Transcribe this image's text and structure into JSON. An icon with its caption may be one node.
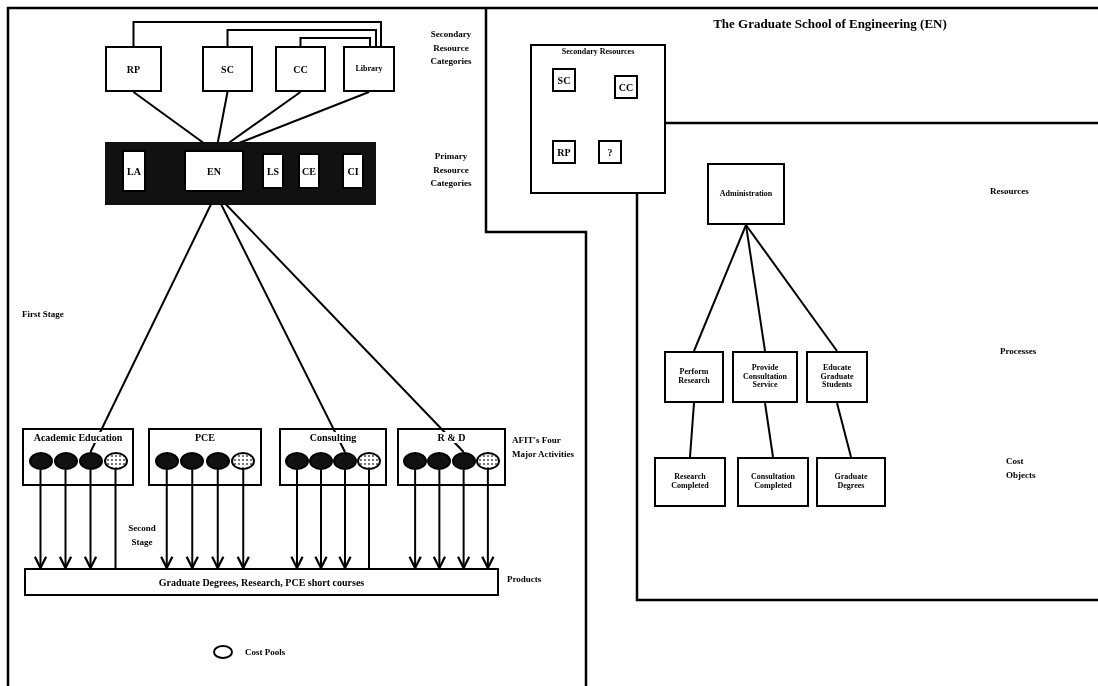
{
  "diagram": {
    "title": "The Graduate School of Engineering (EN)",
    "nodes": [
      {
        "text": [
          "RP"
        ]
      },
      {
        "text": [
          "SC"
        ]
      },
      {
        "text": [
          "CC"
        ]
      },
      {
        "text": [
          "Library"
        ]
      },
      {
        "text": [],
        "shape": "bar"
      },
      {
        "text": [
          "LA"
        ],
        "in": 4
      },
      {
        "text": [
          "EN"
        ],
        "in": 4
      },
      {
        "text": [
          "LS"
        ],
        "in": 4
      },
      {
        "text": [
          "CE"
        ],
        "in": 4
      },
      {
        "text": [
          "CI"
        ],
        "in": 4
      },
      {
        "text": [
          "Academic Education"
        ]
      },
      {
        "text": [],
        "shape": "circle",
        "in": 10
      },
      {
        "text": [],
        "shape": "circle",
        "in": 10
      },
      {
        "text": [],
        "shape": "circle",
        "in": 10
      },
      {
        "text": [],
        "shape": "circle",
        "in": 10
      },
      {
        "text": [
          "PCE"
        ]
      },
      {
        "text": [],
        "shape": "circle",
        "in": 15
      },
      {
        "text": [],
        "shape": "circle",
        "in": 15
      },
      {
        "text": [],
        "shape": "circle",
        "in": 15
      },
      {
        "text": [],
        "shape": "circle",
        "in": 15
      },
      {
        "text": [
          "Consulting"
        ]
      },
      {
        "text": [],
        "shape": "circle",
        "in": 20
      },
      {
        "text": [],
        "shape": "circle",
        "in": 20
      },
      {
        "text": [],
        "shape": "circle",
        "in": 20
      },
      {
        "text": [],
        "shape": "circle",
        "in": 20
      },
      {
        "text": [
          "R & D"
        ]
      },
      {
        "text": [],
        "shape": "circle",
        "in": 25
      },
      {
        "text": [],
        "shape": "circle",
        "in": 25
      },
      {
        "text": [],
        "shape": "circle",
        "in": 25
      },
      {
        "text": [],
        "shape": "circle",
        "in": 25
      },
      {
        "text": [
          "Graduate Degrees, Research, PCE short courses"
        ],
        "beside": [
          "Products"
        ]
      },
      {
        "text": [
          "Secondary Resources"
        ]
      },
      {
        "text": [
          "SC"
        ],
        "in": 31
      },
      {
        "text": [
          "CC"
        ],
        "in": 31
      },
      {
        "text": [
          "RP"
        ],
        "in": 31
      },
      {
        "text": [
          "?"
        ],
        "in": 31
      },
      {
        "text": [
          "Administration"
        ]
      },
      {
        "text": [
          "Perform Research"
        ]
      },
      {
        "text": [
          "Provide Consultation Service"
        ]
      },
      {
        "text": [
          "Educate Graduate Students"
        ]
      },
      {
        "text": [
          "Research Completed"
        ]
      },
      {
        "text": [
          "Consultation Completed"
        ]
      },
      {
        "text": [
          "Graduate Degrees"
        ]
      }
    ],
    "edges": [
      {
        "from": 0,
        "to": 3,
        "arrow": "none"
      },
      {
        "from": 1,
        "to": 3,
        "arrow": "none"
      },
      {
        "from": 2,
        "to": 3,
        "arrow": "none"
      },
      {
        "from": 0,
        "to": 6,
        "arrow": "none"
      },
      {
        "from": 1,
        "to": 6,
        "arrow": "none"
      },
      {
        "from": 2,
        "to": 6,
        "arrow": "none"
      },
      {
        "from": 3,
        "to": 6,
        "arrow": "none"
      },
      {
        "from": 6,
        "to": 13,
        "arrow": "none"
      },
      {
        "from": 6,
        "to": 23,
        "arrow": "none"
      },
      {
        "from": 6,
        "to": 28,
        "arrow": "none"
      },
      {
        "from": 11,
        "to": 30,
        "arrow": "to"
      },
      {
        "from": 12,
        "to": 30,
        "arrow": "to"
      },
      {
        "from": 13,
        "to": 30,
        "arrow": "to"
      },
      {
        "from": 14,
        "to": 30,
        "arrow": "none"
      },
      {
        "from": 16,
        "to": 30,
        "arrow": "to"
      },
      {
        "from": 17,
        "to": 30,
        "arrow": "to"
      },
      {
        "from": 18,
        "to": 30,
        "arrow": "to"
      },
      {
        "from": 19,
        "to": 30,
        "arrow": "to"
      },
      {
        "from": 21,
        "to": 30,
        "arrow": "to"
      },
      {
        "from": 22,
        "to": 30,
        "arrow": "to"
      },
      {
        "from": 23,
        "to": 30,
        "arrow": "to"
      },
      {
        "from": 24,
        "to": 30,
        "arrow": "none"
      },
      {
        "from": 26,
        "to": 30,
        "arrow": "to"
      },
      {
        "from": 27,
        "to": 30,
        "arrow": "to"
      },
      {
        "from": 28,
        "to": 30,
        "arrow": "to"
      },
      {
        "from": 29,
        "to": 30,
        "arrow": "to"
      },
      {
        "from": 36,
        "to": 37,
        "arrow": "none"
      },
      {
        "from": 36,
        "to": 38,
        "arrow": "none"
      },
      {
        "from": 36,
        "to": 39,
        "arrow": "none"
      },
      {
        "from": 37,
        "to": 40,
        "arrow": "none"
      },
      {
        "from": 38,
        "to": 41,
        "arrow": "none"
      },
      {
        "from": 39,
        "to": 42,
        "arrow": "none"
      }
    ],
    "labels": [
      "Secondary Resource Categories",
      "Primary Resource Categories",
      "First Stage",
      "AFIT's Four Major Activities",
      "Second Stage",
      "Resources",
      "Processes",
      "Cost Objects"
    ],
    "legend": [
      {
        "text": "Cost Pools"
      }
    ]
  }
}
